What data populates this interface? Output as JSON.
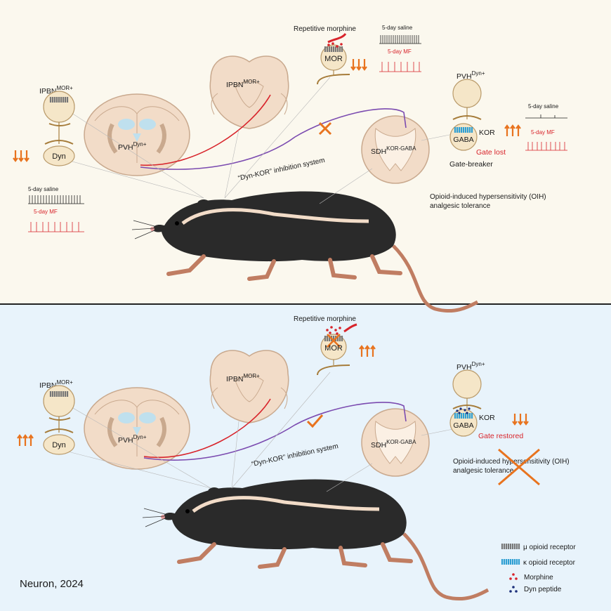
{
  "top": {
    "repetitive_morphine": "Repetitive morphine",
    "mor": "MOR",
    "saline": "5-day saline",
    "mf": "5-day MF",
    "ipbn_base": "IPBN",
    "ipbn_sup": "MOR+",
    "dyn": "Dyn",
    "pvh_base": "PVH",
    "pvh_sup": "Dyn+",
    "inhibition_system": "“Dyn-KOR” inhibition system",
    "sdh_base": "SDH",
    "sdh_sup": "KOR-GABA",
    "gaba": "GABA",
    "kor": "KOR",
    "gate_lost": "Gate lost",
    "gate_breaker": "Gate-breaker",
    "oih_line1": "Opioid-induced hypersensitivity (OIH)",
    "oih_line2": "analgesic tolerance"
  },
  "bottom": {
    "repetitive_morphine": "Repetitive morphine",
    "mor": "MOR",
    "ipbn_base": "IPBN",
    "ipbn_sup": "MOR+",
    "dyn": "Dyn",
    "pvh_base": "PVH",
    "pvh_sup": "Dyn+",
    "inhibition_system": "“Dyn-KOR” inhibition system",
    "sdh_base": "SDH",
    "sdh_sup": "KOR-GABA",
    "gaba": "GABA",
    "kor": "KOR",
    "gate_restored": "Gate restored",
    "oih_line1": "Opioid-induced hypersensitivity (OIH)",
    "oih_line2": "analgesic tolerance"
  },
  "legend": {
    "mu_receptor": "μ opioid receptor",
    "kappa_receptor": "κ opioid receptor",
    "morphine": "Morphine",
    "dyn_peptide": "Dyn peptide"
  },
  "citation": "Neuron, 2024",
  "colors": {
    "top_bg": "#fbf8ee",
    "bottom_bg": "#e8f3fb",
    "tissue": "#f2dcc8",
    "tissue_stroke": "#c9a98e",
    "arrow_orange": "#e8731e",
    "red": "#d8242b",
    "purple": "#7b4bb0",
    "blue_receptor": "#2f9fd3",
    "grey_receptor": "#777777",
    "mouse": "#2a2a2a"
  }
}
